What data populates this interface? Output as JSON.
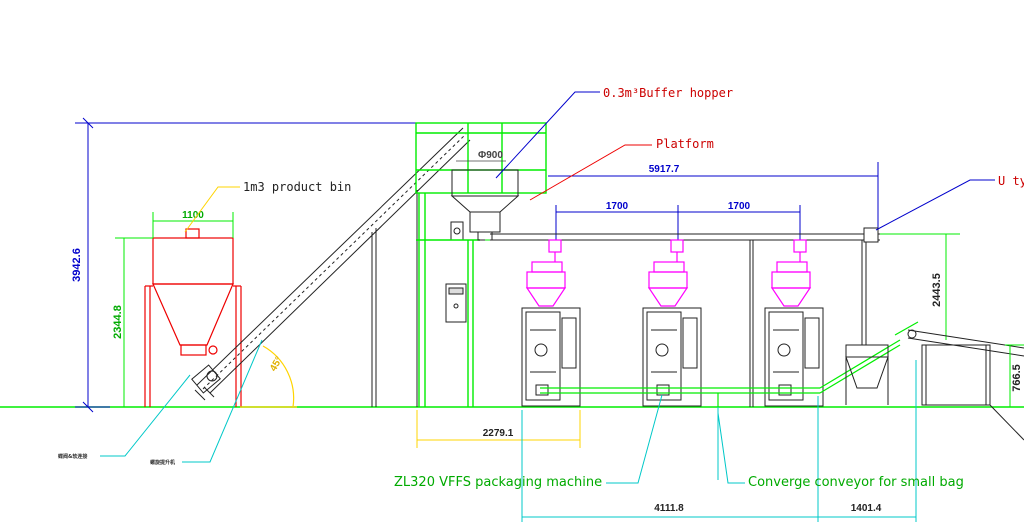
{
  "labels": {
    "buffer_hopper": "0.3m³Buffer hopper",
    "platform": "Platform",
    "product_bin": "1m3 product bin",
    "u_type": "U ty",
    "packaging_machine": "ZL320 VFFS packaging machine",
    "converge_conveyor": "Converge conveyor for small bag",
    "cn_label_1": "蝶阀&软连接",
    "cn_label_2": "螺旋提升机"
  },
  "dimensions": {
    "total_height": "3942.6",
    "bin_height": "2344.8",
    "bin_width": "1100",
    "hopper_width": "Φ900",
    "frame_length": "5917.7",
    "spacing_1": "1700",
    "spacing_2": "1700",
    "outlet_height": "2443.5",
    "conveyor_height": "766.5",
    "platform_width": "2279.1",
    "span_1": "4111.8",
    "span_2": "1401.4",
    "incline_angle": "45°"
  },
  "colors": {
    "green": "#00ee00",
    "blue": "#0000cc",
    "red": "#ee0000",
    "magenta": "#ff00ff",
    "yellow": "#ffd400",
    "cyan": "#00c8c8",
    "dark": "#222222"
  }
}
